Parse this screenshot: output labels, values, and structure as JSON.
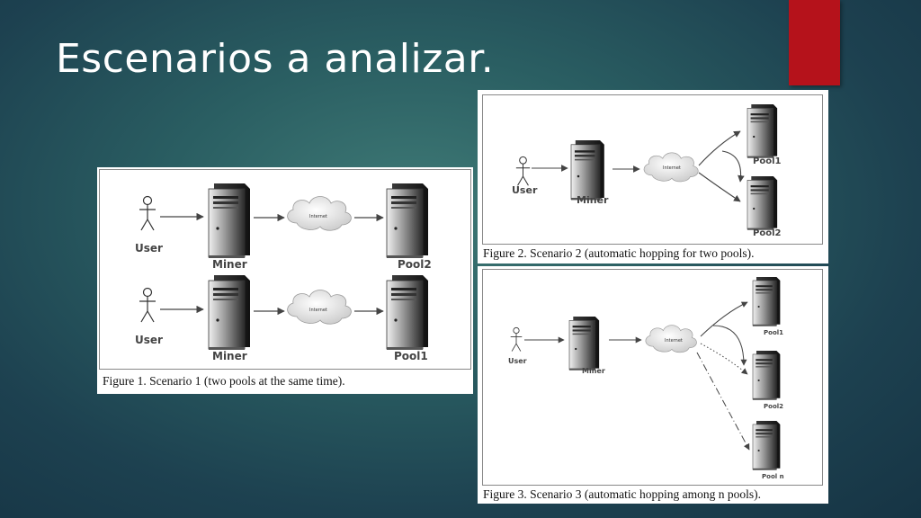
{
  "slide": {
    "title": "Escenarios a analizar."
  },
  "figures": {
    "fig1": {
      "caption": "Figure 1. Scenario 1 (two pools at the same time).",
      "row1": {
        "user": "User",
        "miner": "Miner",
        "cloud": "Internet",
        "pool": "Pool2"
      },
      "row2": {
        "user": "User",
        "miner": "Miner",
        "cloud": "Internet",
        "pool": "Pool1"
      }
    },
    "fig2": {
      "caption": "Figure 2. Scenario 2 (automatic hopping for two pools).",
      "user": "User",
      "miner": "Miner",
      "cloud": "Internet",
      "pools": [
        "Pool1",
        "Pool2"
      ]
    },
    "fig3": {
      "caption": "Figure 3. Scenario 3 (automatic hopping among n pools).",
      "user": "User",
      "miner": "Miner",
      "cloud": "Internet",
      "pools": [
        "Pool1",
        "Pool2",
        "Pool n"
      ]
    }
  },
  "colors": {
    "accent": "#b5121b",
    "title": "#ffffff"
  }
}
